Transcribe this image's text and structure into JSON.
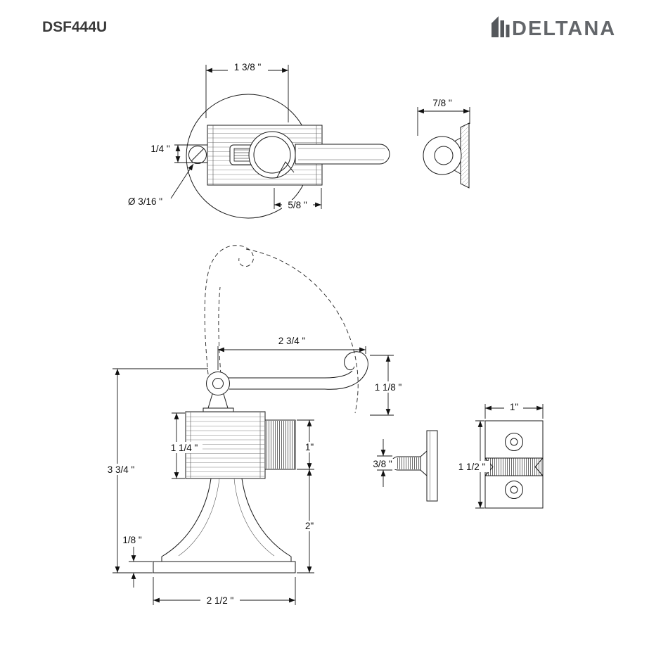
{
  "header": {
    "model": "DSF444U",
    "brand": "DELTANA"
  },
  "colors": {
    "model_title": "#3a3a3a",
    "brand": "#63666a",
    "brand_dark": "#55585c",
    "line": "#1a1a1a"
  },
  "dims": {
    "top_view": {
      "width": "1 3/8 \"",
      "slot_height": "1/4 \"",
      "hole_dia": "Ø 3/16 \"",
      "hub_offset": "5/8 \""
    },
    "keeper": {
      "width": "7/8 \""
    },
    "front_view": {
      "hook_reach": "2 3/4 \"",
      "hook_height": "1 1/8 \"",
      "body_height": "1 1/4 \"",
      "total_height": "3 3/4 \"",
      "bumper_height": "1\"",
      "lower_height": "2\"",
      "base_thickness": "1/8 \"",
      "base_width": "2 1/2 \""
    },
    "catch_side": {
      "stem_thickness": "3/8 \""
    },
    "catch_front": {
      "width": "1\"",
      "height": "1 1/2 \""
    }
  }
}
